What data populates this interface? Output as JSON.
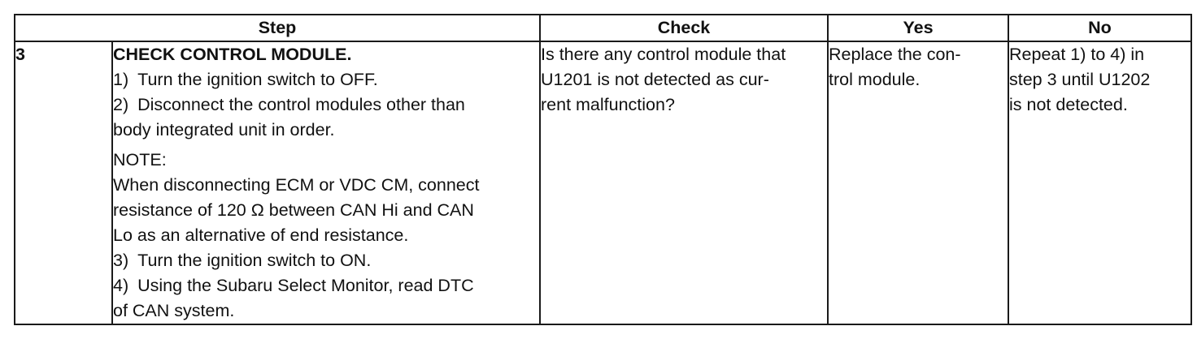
{
  "table": {
    "headers": {
      "step": "Step",
      "check": "Check",
      "yes": "Yes",
      "no": "No"
    },
    "row": {
      "number": "3",
      "title": "CHECK CONTROL MODULE.",
      "items": [
        {
          "num": "1)",
          "text": "Turn the ignition switch to OFF."
        },
        {
          "num": "2)",
          "lines": [
            "Disconnect the control modules other than",
            "body integrated unit in order."
          ]
        }
      ],
      "note_label": "NOTE:",
      "note_lines": [
        "When disconnecting ECM or VDC CM, connect",
        "resistance of 120 Ω between CAN Hi and CAN",
        "Lo as an alternative of end resistance."
      ],
      "items_after": [
        {
          "num": "3)",
          "text": "Turn the ignition switch to ON."
        },
        {
          "num": "4)",
          "lines": [
            "Using the Subaru Select Monitor, read DTC",
            "of CAN system."
          ]
        }
      ],
      "check_lines": [
        "Is there any control module that",
        "U1201 is not detected as cur-",
        "rent malfunction?"
      ],
      "yes_lines": [
        "Replace the con-",
        "trol module."
      ],
      "no_lines": [
        "Repeat 1) to 4) in",
        "step 3 until U1202",
        "is not detected."
      ]
    }
  }
}
